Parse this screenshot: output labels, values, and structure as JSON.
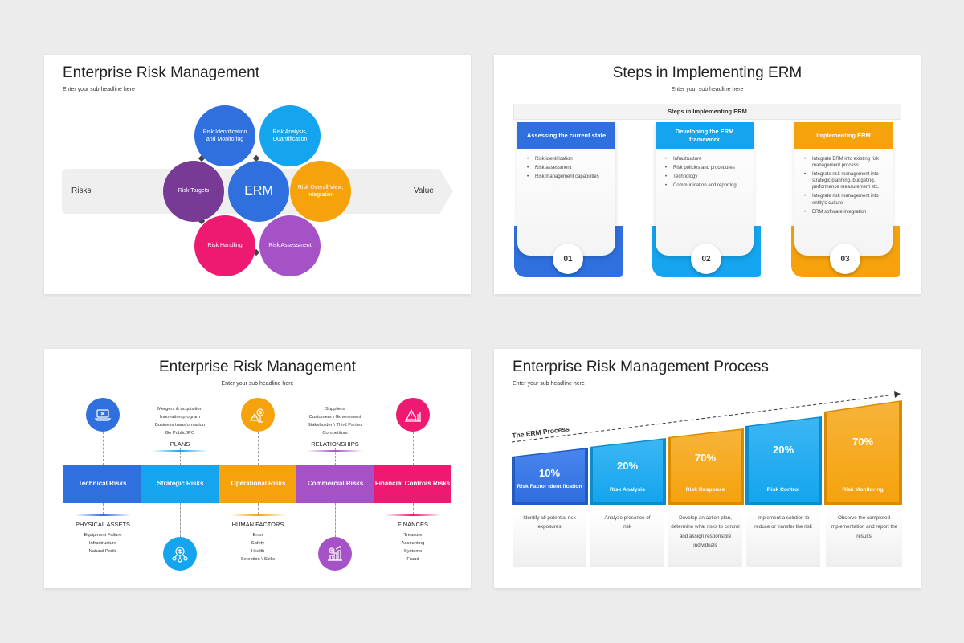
{
  "slide1": {
    "title": "Enterprise Risk Management",
    "subtitle": "Enter your sub headline here",
    "left_label": "Risks",
    "right_label": "Value",
    "center": "ERM",
    "circles": [
      {
        "label": "Risk Identification and Monitoring",
        "color": "#2f6fde"
      },
      {
        "label": "Risk Analysis, Quantification",
        "color": "#14a5ee"
      },
      {
        "label": "Risk Overall View, Integration",
        "color": "#f5a20d"
      },
      {
        "label": "Risk Assessment",
        "color": "#a652c7"
      },
      {
        "label": "Risk Handling",
        "color": "#ee1a72"
      },
      {
        "label": "Risk Targets",
        "color": "#773b96"
      }
    ],
    "center_color": "#2f6fde"
  },
  "slide2": {
    "title": "Steps in Implementing ERM",
    "subtitle": "Enter your sub headline here",
    "bar_label": "Steps in Implementing ERM",
    "steps": [
      {
        "heading": "Assessing the current state",
        "number": "01",
        "color": "#2f6fde",
        "items": [
          "Risk identification",
          "Risk assessment",
          "Risk management capabilities"
        ]
      },
      {
        "heading": "Developing the ERM framework",
        "number": "02",
        "color": "#14a5ee",
        "items": [
          "Infrastructure",
          "Risk policies and procedures",
          "Technology",
          "Communication and reporting"
        ]
      },
      {
        "heading": "Implementing ERM",
        "number": "03",
        "color": "#f5a20d",
        "items": [
          "Integrate ERM into existing risk management process",
          "Integrate risk management into strategic planning, budgeting, performance measurement etc.",
          "Integrate risk management into entity's culture",
          "ERM software integration"
        ]
      }
    ]
  },
  "slide3": {
    "title": "Enterprise Risk Management",
    "subtitle": "Enter your sub headline here",
    "categories": [
      {
        "label": "Technical Risks",
        "color": "#2f6fde",
        "icon": "laptop-risk-icon"
      },
      {
        "label": "Strategic Risks",
        "color": "#14a5ee",
        "icon": "money-network-icon"
      },
      {
        "label": "Operational Risks",
        "color": "#f5a20d",
        "icon": "gear-warning-icon"
      },
      {
        "label": "Commercial Risks",
        "color": "#a652c7",
        "icon": "growth-chart-icon"
      },
      {
        "label": "Financial Controls Risks",
        "color": "#ee1a72",
        "icon": "warning-chart-icon"
      }
    ],
    "top_groups": [
      {
        "label": "PLANS",
        "items": [
          "Mergers & acquisition",
          "Innovation program",
          "Business transformation",
          "Go Public/IPO"
        ]
      },
      {
        "label": "RELATIONSHIPS",
        "items": [
          "Suppliers",
          "Customers \\ Government",
          "Stakeholder \\ Third Parties",
          "Competitors"
        ]
      }
    ],
    "bottom_groups": [
      {
        "label": "PHYSICAL ASSETS",
        "items": [
          "Equipment Failure",
          "Infrastructure",
          "Natural Perils"
        ]
      },
      {
        "label": "HUMAN FACTORS",
        "items": [
          "Error",
          "Safety",
          "Health",
          "Selection \\ Skills"
        ]
      },
      {
        "label": "FINANCES",
        "items": [
          "Treasure",
          "Accounting",
          "Systems",
          "Fraud"
        ]
      }
    ]
  },
  "slide4": {
    "title": "Enterprise Risk Management Process",
    "subtitle": "Enter your sub headline here",
    "process_label": "The ERM Process",
    "steps": [
      {
        "percent": "10%",
        "name": "Risk Factor Identification",
        "color": "#2f6fde",
        "desc": "Identify all potential risk exposures"
      },
      {
        "percent": "20%",
        "name": "Risk Analysis",
        "color": "#14a5ee",
        "desc": "Analyze presence of risk"
      },
      {
        "percent": "70%",
        "name": "Risk Response",
        "color": "#f5a20d",
        "desc": "Develop an action plan, determine what risks to control and assign responsible individuals"
      },
      {
        "percent": "20%",
        "name": "Risk Control",
        "color": "#14a5ee",
        "desc": "Implement a solution to reduce or transfer the risk"
      },
      {
        "percent": "70%",
        "name": "Risk Monitoring",
        "color": "#f5a20d",
        "desc": "Observe the completed implementation and report the results"
      }
    ]
  }
}
